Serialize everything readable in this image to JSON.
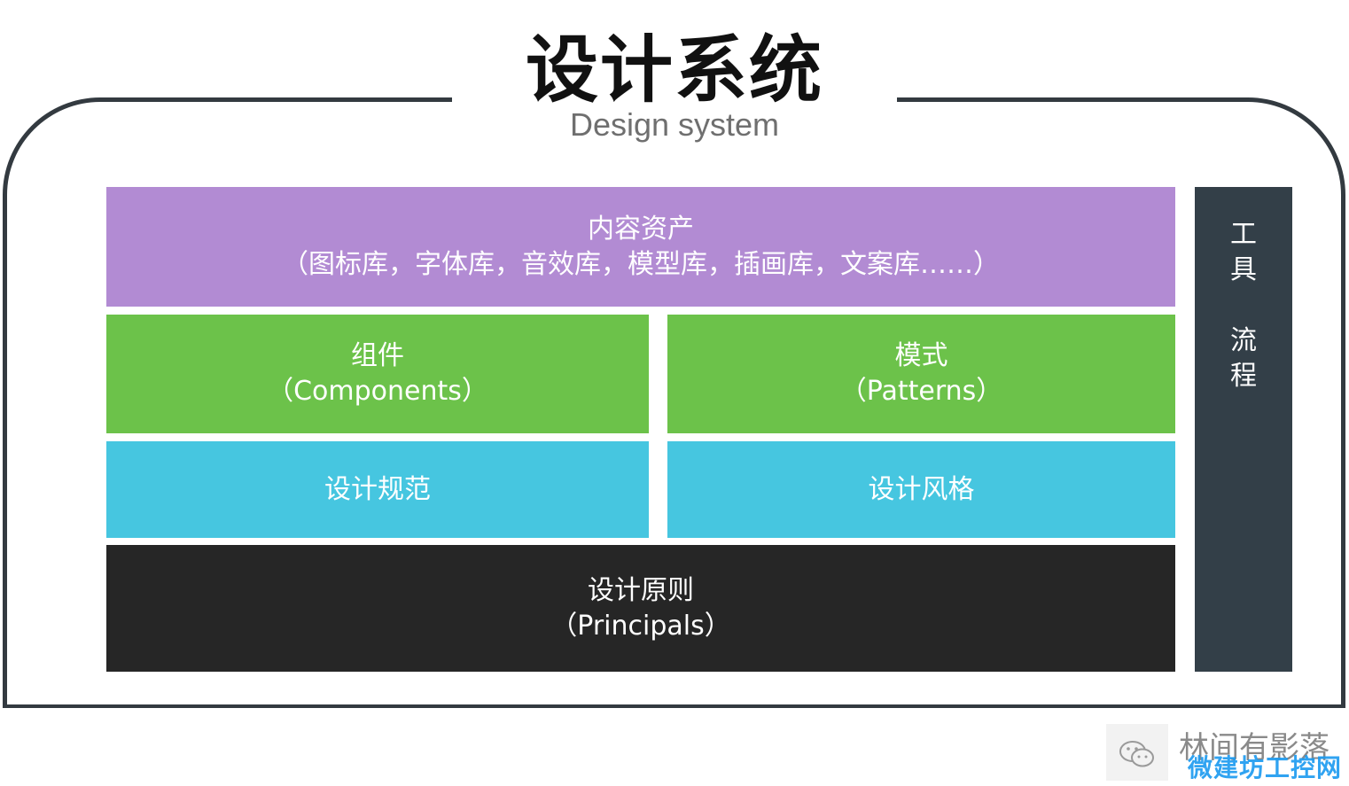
{
  "title": {
    "cn": "设计系统",
    "en": "Design system"
  },
  "colors": {
    "content": "#b28bd3",
    "components": "#6cc24a",
    "spec": "#46c6e0",
    "principle": "#262626",
    "tools": "#333f48",
    "frame": "#333a40"
  },
  "layers": {
    "content": {
      "line1": "内容资产",
      "line2": "（图标库，字体库，音效库，模型库，插画库，文案库……）"
    },
    "components": {
      "line1": "组件",
      "line2": "（Components）"
    },
    "patterns": {
      "line1": "模式",
      "line2": "（Patterns）"
    },
    "spec": {
      "label": "设计规范"
    },
    "style": {
      "label": "设计风格"
    },
    "principles": {
      "line1": "设计原则",
      "line2": "（Principals）"
    }
  },
  "sidebar": {
    "chars": [
      "工",
      "具",
      "流",
      "程"
    ]
  },
  "watermark": {
    "icon": "wechat-icon",
    "account": "林间有影落",
    "site": "微建坊工控网"
  }
}
